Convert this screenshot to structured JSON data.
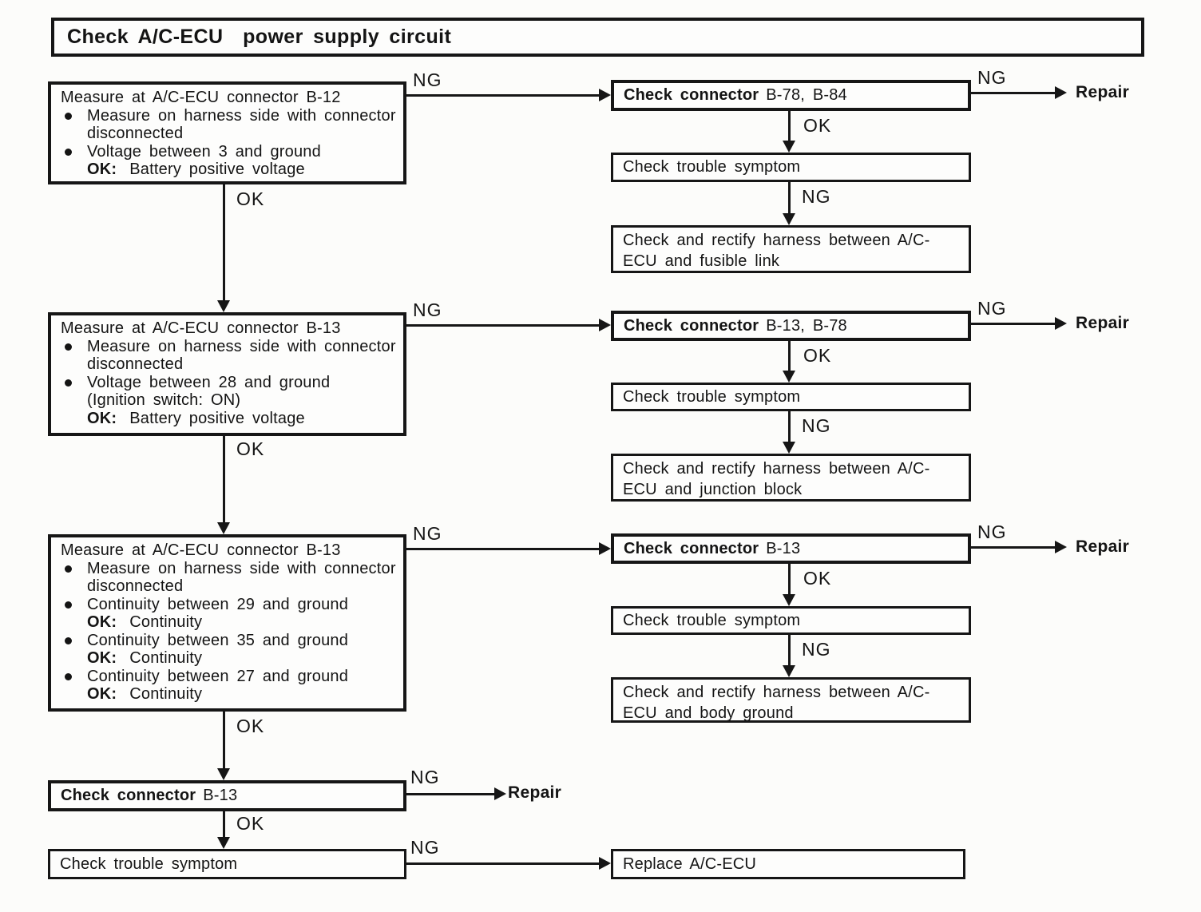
{
  "title": "Check A/C-ECU  power supply circuit",
  "labels": {
    "ng": "NG",
    "ok": "OK",
    "repair": "Repair"
  },
  "measure1": {
    "heading": "Measure at A/C-ECU connector B-12",
    "bullet1": "Measure on harness side with connector disconnected",
    "bullet2": "Voltage between 3 and ground",
    "ok_key": "OK:",
    "ok_val": "Battery positive voltage"
  },
  "measure2": {
    "heading": "Measure at A/C-ECU connector B-13",
    "bullet1": "Measure on harness side with connector disconnected",
    "bullet2": "Voltage between 28 and ground",
    "note": "(Ignition switch: ON)",
    "ok_key": "OK:",
    "ok_val": "Battery positive voltage"
  },
  "measure3": {
    "heading": "Measure at A/C-ECU connector B-13",
    "bullet1": "Measure on harness side with connector disconnected",
    "bullet2": "Continuity between 29 and ground",
    "bullet3": "Continuity between 35 and ground",
    "bullet4": "Continuity between 27 and ground",
    "ok_key": "OK:",
    "continuity": "Continuity"
  },
  "right1": {
    "connector_bold": "Check connector",
    "connector_id": "B-78, B-84",
    "trouble": "Check trouble symptom",
    "harness": "Check and rectify harness between A/C-ECU and fusible link"
  },
  "right2": {
    "connector_bold": "Check connector",
    "connector_id": "B-13, B-78",
    "trouble": "Check trouble symptom",
    "harness": "Check and rectify harness between A/C-ECU and junction block"
  },
  "right3": {
    "connector_bold": "Check connector",
    "connector_id": "B-13",
    "trouble": "Check trouble symptom",
    "harness": "Check and rectify harness between A/C-ECU and body ground"
  },
  "bottom": {
    "connector_bold": "Check connector",
    "connector_id": "B-13",
    "trouble": "Check trouble symptom",
    "replace": "Replace A/C-ECU"
  },
  "colors": {
    "ink": "#161616",
    "paper": "#fcfcfa"
  }
}
